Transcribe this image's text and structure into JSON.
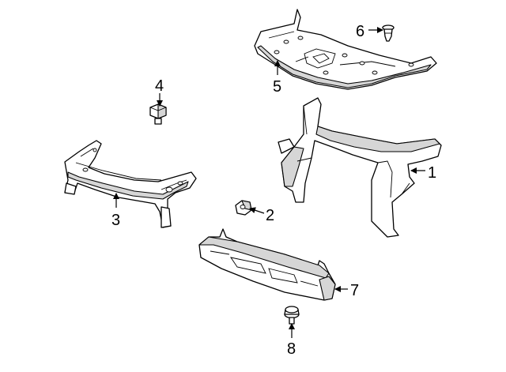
{
  "callouts": {
    "part_1": "1",
    "part_2": "2",
    "part_3": "3",
    "part_4": "4",
    "part_5": "5",
    "part_6": "6",
    "part_7": "7",
    "part_8": "8"
  },
  "colors": {
    "line": "#000000",
    "fill": "#ffffff",
    "shade": "#d6d6d6"
  }
}
